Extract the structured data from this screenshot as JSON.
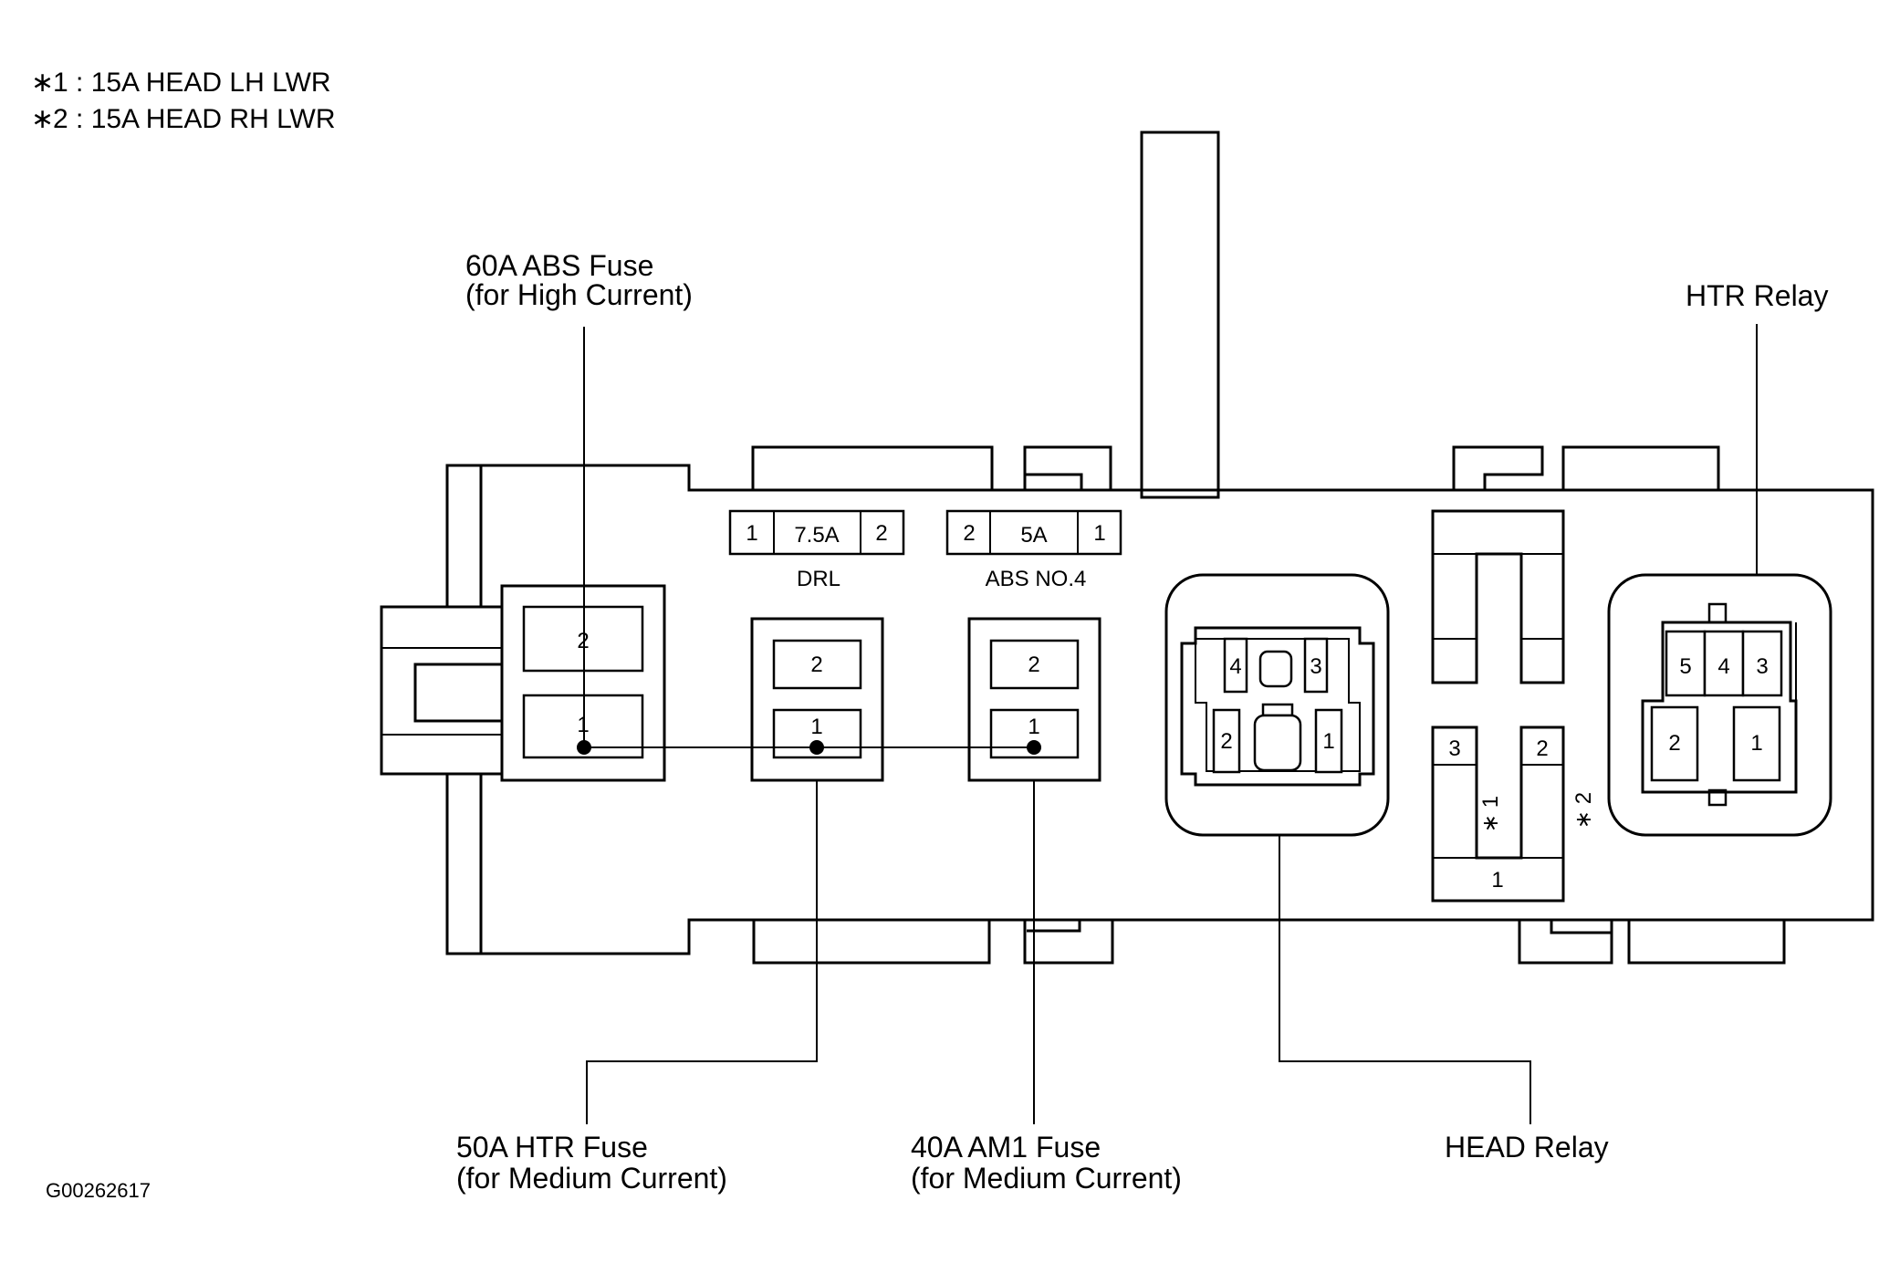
{
  "notes": [
    {
      "marker": "∗",
      "text": "1 : 15A HEAD LH LWR"
    },
    {
      "marker": "∗",
      "text": "2 : 15A HEAD RH LWR"
    }
  ],
  "callouts": {
    "abs_fuse": {
      "line1": "60A ABS Fuse",
      "line2": "(for High Current)"
    },
    "htr_relay": {
      "line1": "HTR Relay"
    },
    "htr_fuse": {
      "line1": "50A HTR Fuse",
      "line2": "(for Medium Current)"
    },
    "am1_fuse": {
      "line1": "40A AM1 Fuse",
      "line2": "(for Medium Current)"
    },
    "head_relay": {
      "line1": "HEAD Relay"
    }
  },
  "mini_fuses": {
    "drl": {
      "pin_left": "1",
      "rating": "7.5A",
      "pin_right": "2",
      "name": "DRL"
    },
    "abs_no4": {
      "pin_left": "2",
      "rating": "5A",
      "pin_right": "1",
      "name": "ABS NO.4"
    }
  },
  "fuse_slots": {
    "abs": {
      "top": "2",
      "bottom": "1"
    },
    "htr": {
      "top": "2",
      "bottom": "1"
    },
    "am1": {
      "top": "2",
      "bottom": "1"
    }
  },
  "head_relay_pins": {
    "p4": "4",
    "p3": "3",
    "p2": "2",
    "p1": "1"
  },
  "htr_relay_pins": {
    "p5": "5",
    "p4": "4",
    "p3": "3",
    "p2": "2",
    "p1": "1"
  },
  "center_fuse": {
    "p3": "3",
    "p2": "2",
    "p1": "1",
    "star1": "∗ 1",
    "star2": "∗ 2"
  },
  "figure_code": "G00262617"
}
